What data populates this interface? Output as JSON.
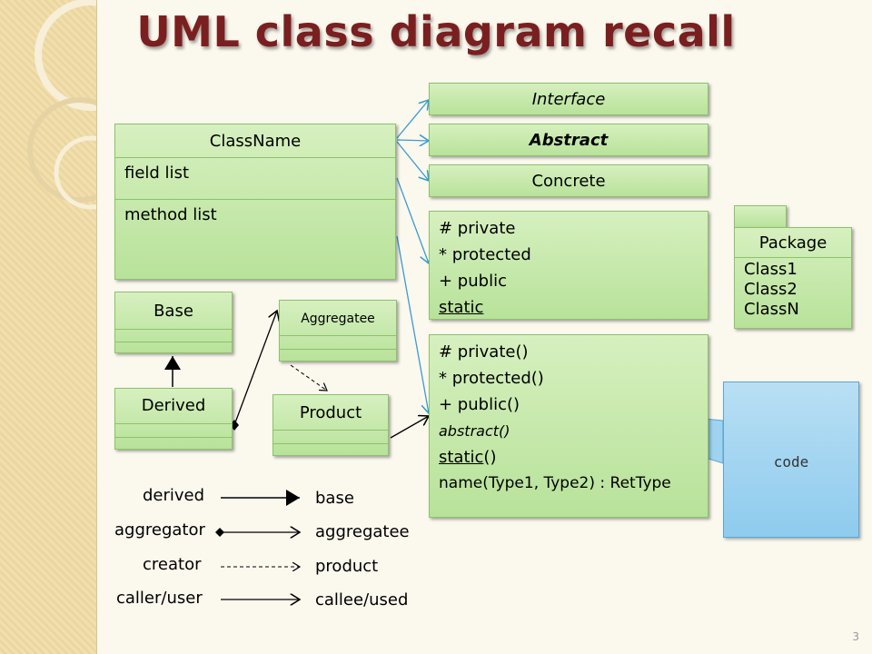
{
  "title": "UML class diagram recall",
  "page_number": "3",
  "class_box": {
    "name": "ClassName",
    "fields": "field list",
    "methods": "method list"
  },
  "class_kinds": {
    "interface": "Interface",
    "abstract": "Abstract",
    "concrete": "Concrete"
  },
  "visibility": {
    "private": "# private",
    "protected": "* protected",
    "public": "+ public",
    "static": "static"
  },
  "methods": {
    "private": "# private()",
    "protected": "* protected()",
    "public": "+ public()",
    "abstract": "abstract()",
    "static_word": "static",
    "static_parens": "()",
    "signature": "name(Type1, Type2) : RetType"
  },
  "package": {
    "tab": "Package",
    "items": [
      "Class1",
      "Class2",
      "ClassN"
    ]
  },
  "boxes": {
    "base": "Base",
    "derived": "Derived",
    "aggregatee": "Aggregatee",
    "product": "Product"
  },
  "callout": {
    "text": "code"
  },
  "legend": [
    {
      "left": "derived",
      "right": "base"
    },
    {
      "left": "aggregator",
      "right": "aggregatee"
    },
    {
      "left": "creator",
      "right": "product"
    },
    {
      "left": "caller/user",
      "right": "callee/used"
    }
  ],
  "colors": {
    "title": "#7a1f1f",
    "box_fill": "#c6e8ab",
    "box_border": "#8cc26a",
    "connector": "#3a9bd1",
    "callout": "#9fd3f0"
  }
}
